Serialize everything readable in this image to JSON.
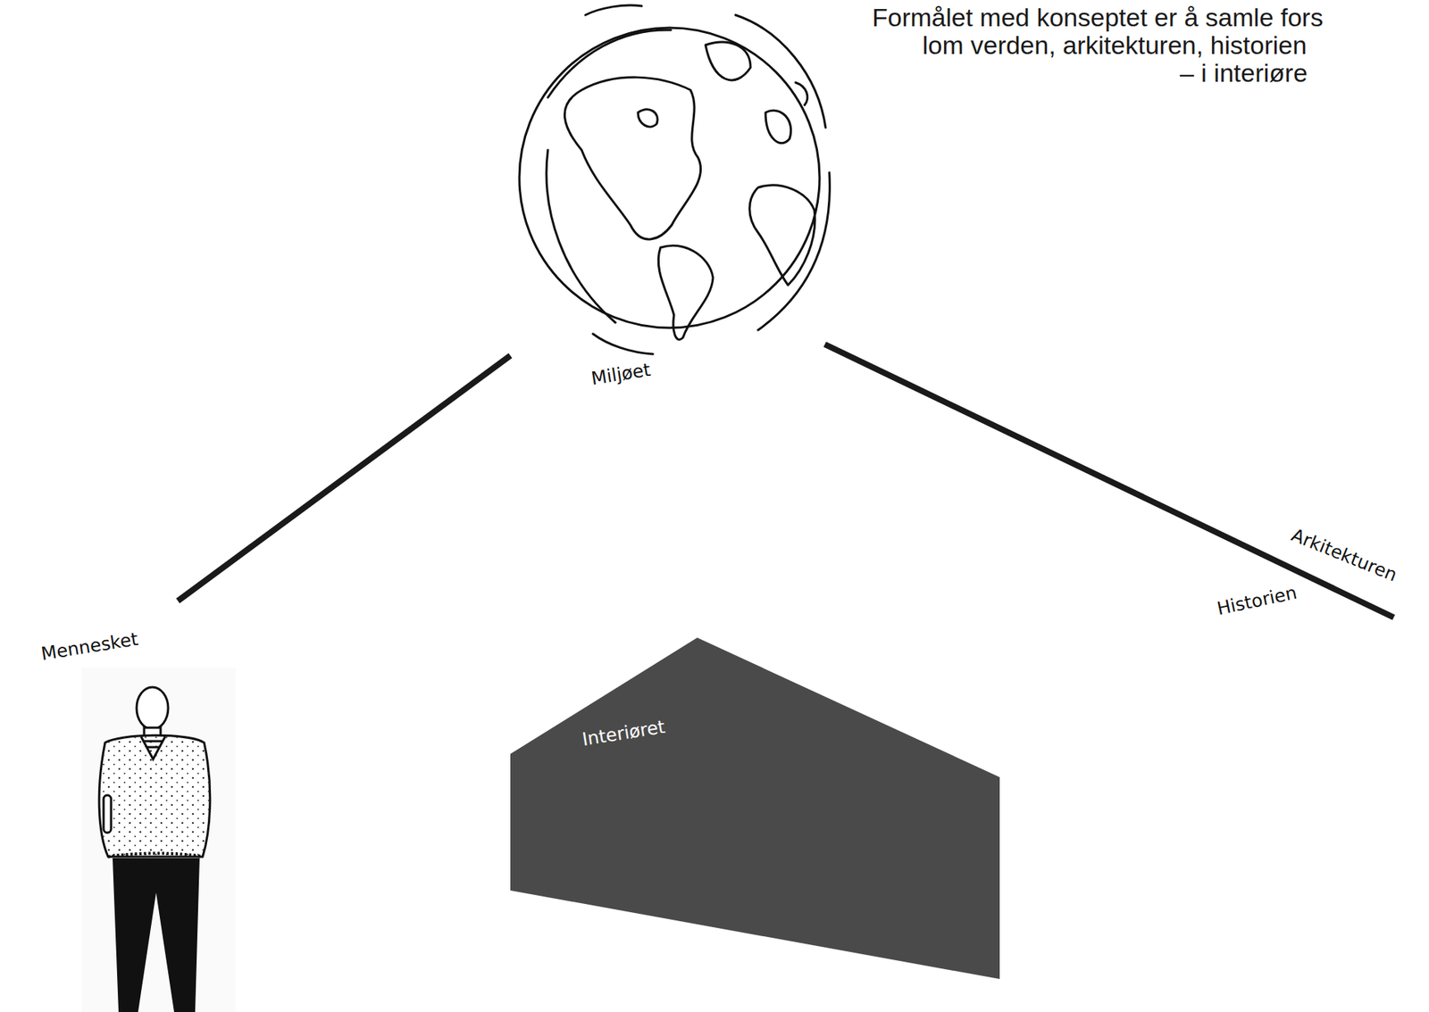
{
  "diagram": {
    "nodes": [
      {
        "text": [
          "Interiøret"
        ]
      }
    ],
    "labels": [
      "Formålet med konseptet er å samle fors",
      "lom verden, arkitekturen, historien",
      "– i interiøre",
      "Miljøet",
      "Arkitekturen",
      "Mennesket",
      "Historien"
    ]
  }
}
